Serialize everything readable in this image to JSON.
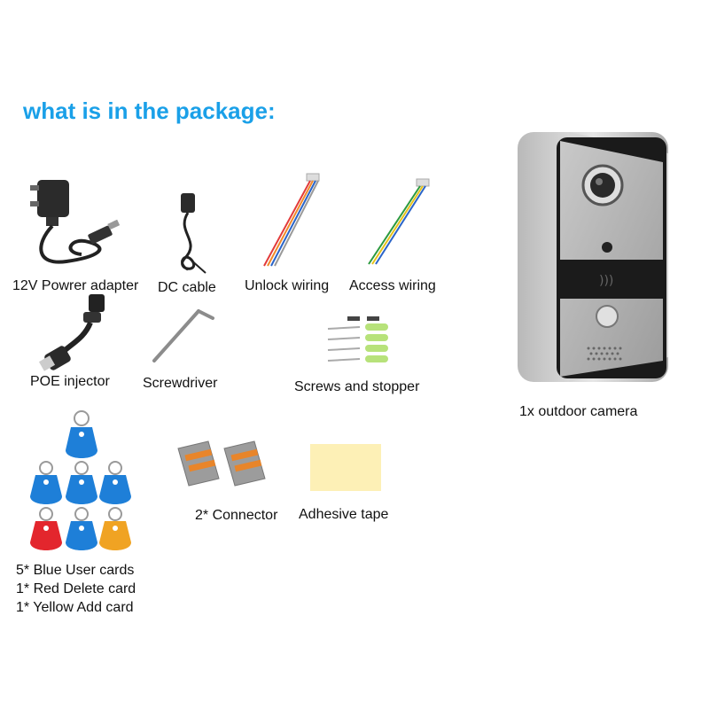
{
  "title": "what is in the package:",
  "colors": {
    "title": "#1aa0e8",
    "blue_tag": "#1e7fd8",
    "red_tag": "#e3262d",
    "yellow_tag": "#f0a323"
  },
  "items": {
    "power_adapter": "12V Powrer adapter",
    "dc_cable": "DC cable",
    "unlock_wiring": "Unlock wiring",
    "access_wiring": "Access wiring",
    "poe_injector": "POE injector",
    "screwdriver": "Screwdriver",
    "screws": "Screws and stopper",
    "connector": "2* Connector",
    "adhesive_tape": "Adhesive tape",
    "camera": "1x outdoor camera"
  },
  "cards": [
    "5*  Blue User cards",
    "1*  Red Delete card",
    "1*  Yellow Add card"
  ]
}
